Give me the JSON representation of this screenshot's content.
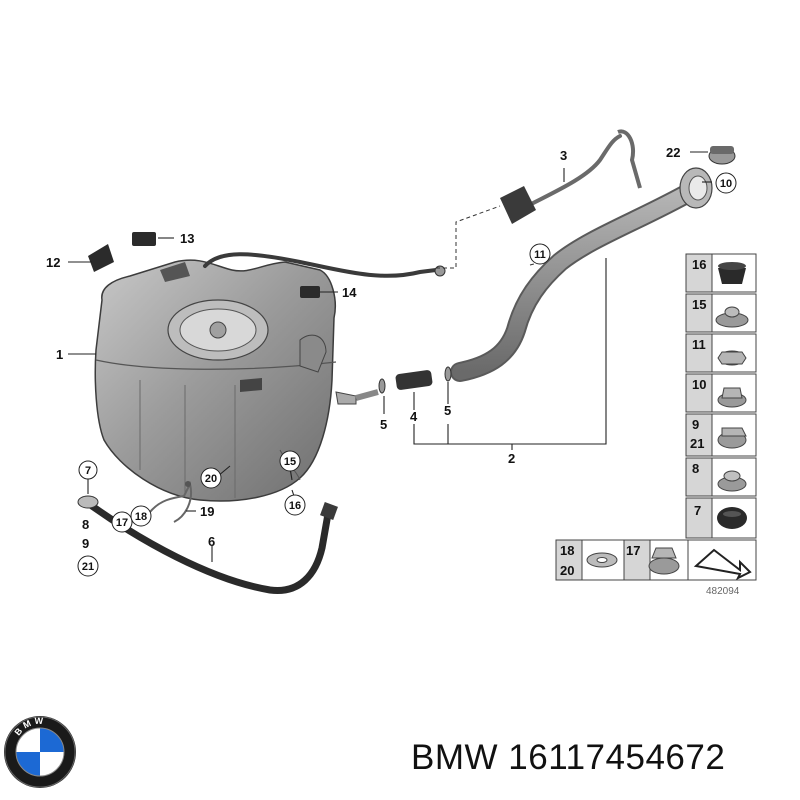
{
  "callouts": {
    "c1": "1",
    "c2": "2",
    "c3": "3",
    "c4": "4",
    "c5a": "5",
    "c5b": "5",
    "c6": "6",
    "c7": "7",
    "c8": "8",
    "c9": "9",
    "c10": "10",
    "c11": "11",
    "c12": "12",
    "c13": "13",
    "c14": "14",
    "c15": "15",
    "c16": "16",
    "c17": "17",
    "c18": "18",
    "c19": "19",
    "c20": "20",
    "c21": "21",
    "c22": "22"
  },
  "legend": {
    "rows": [
      {
        "label": "16"
      },
      {
        "label": "15"
      },
      {
        "label": "11"
      },
      {
        "label": "10"
      },
      {
        "label": "9",
        "label2": "21"
      },
      {
        "label": "8"
      },
      {
        "label": "7"
      }
    ],
    "bottom_left_a": "18",
    "bottom_left_b": "20",
    "bottom_mid": "17"
  },
  "diagram_code": "482094",
  "footer": {
    "brand": "BMW",
    "part_number": "16117454672"
  },
  "logo_text": "BMW",
  "colors": {
    "metal": "#9a9a9a",
    "text": "#111111",
    "bmw_blue": "#1c69d4"
  }
}
